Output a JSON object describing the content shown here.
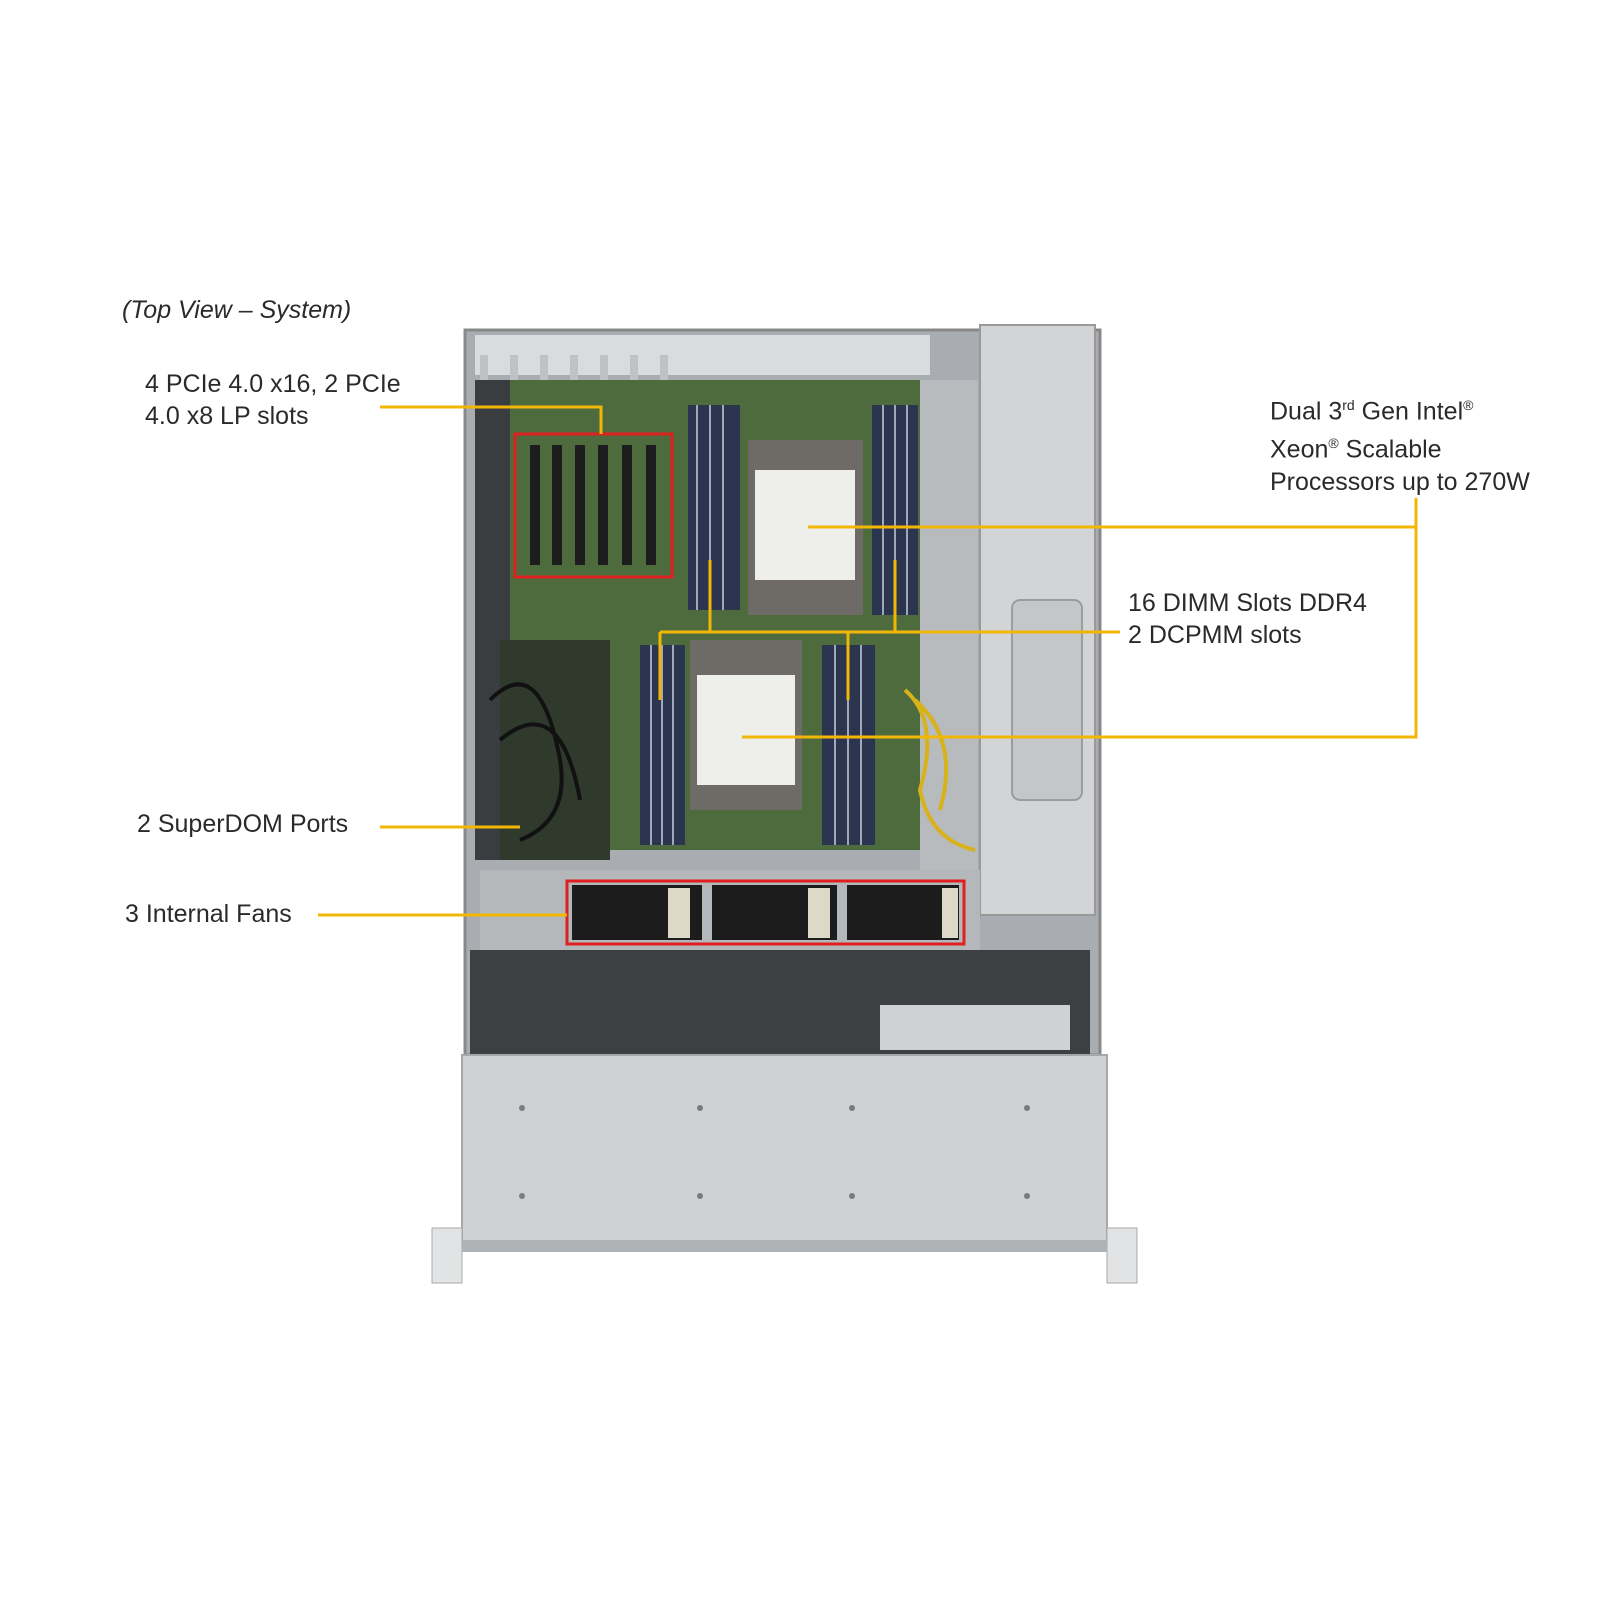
{
  "caption": "(Top View – System)",
  "callouts": {
    "pcie": {
      "line1": "4 PCIe 4.0 x16, 2 PCIe",
      "line2": "4.0 x8 LP slots"
    },
    "cpu": {
      "line1a": "Dual 3",
      "line1sup": "rd",
      "line1b": " Gen Intel",
      "reg": "®",
      "line2a": "Xeon",
      "line2b": " Scalable",
      "line3": "Processors up to 270W"
    },
    "dimm": {
      "line1": "16 DIMM Slots DDR4",
      "line2": "2 DCPMM slots"
    },
    "superdom": "2 SuperDOM Ports",
    "fans": "3 Internal Fans"
  },
  "colors": {
    "callout_line": "#f2b705",
    "highlight_box": "#e02020",
    "pcb": "#4d6b3c",
    "chassis": "#c9cccf"
  }
}
